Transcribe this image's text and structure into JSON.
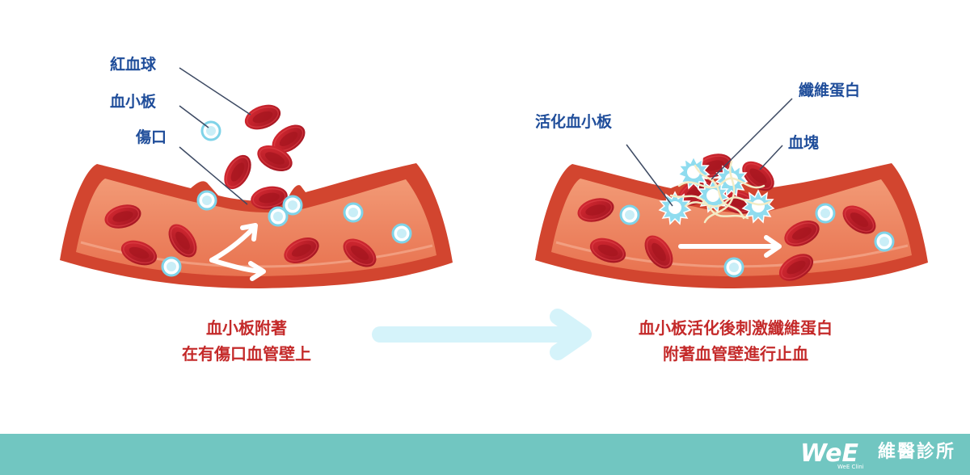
{
  "left_panel": {
    "labels": {
      "red_blood_cell": "紅血球",
      "platelet": "血小板",
      "wound": "傷口"
    },
    "caption": [
      "血小板附著",
      "在有傷口血管壁上"
    ]
  },
  "right_panel": {
    "labels": {
      "activated_platelet": "活化血小板",
      "fibrin": "纖維蛋白",
      "clot": "血塊"
    },
    "caption": [
      "血小板活化後刺激纖維蛋白",
      "附著血管壁進行止血"
    ]
  },
  "footer": {
    "brand_logo_text": "WeE",
    "brand_logo_subtext": "WeE Clinic",
    "brand_name": "維醫診所"
  },
  "colors": {
    "vessel_outer": "#d2452f",
    "vessel_inner": "#f08a66",
    "red_cell": "#c41f28",
    "platelet": "#7fd3e8",
    "label_text": "#1f4d9a",
    "caption_text": "#c42a2a",
    "process_arrow": "#d5f3fa",
    "footer": "#71c6c1"
  }
}
